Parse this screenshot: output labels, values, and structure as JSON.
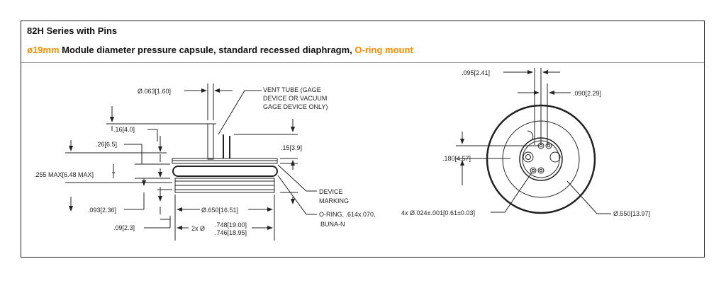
{
  "header": {
    "title": "82H Series with Pins",
    "subtitle_prefix": "ø19mm",
    "subtitle_main": " Module diameter pressure capsule, standard recessed diaphragm, ",
    "subtitle_suffix": "O-ring mount"
  },
  "colors": {
    "accent": "#ff8c00",
    "line": "#222222"
  },
  "side_view": {
    "dim_vent_dia": "Ø.063[1.60]",
    "vent_tube_note": [
      "VENT TUBE (GAGE",
      "DEVICE OR VACUUM",
      "GAGE DEVICE ONLY)"
    ],
    "dim_16": ".16[4.0]",
    "dim_26": ".26[6.5]",
    "dim_15": ".15[3.9]",
    "dim_255": ".255 MAX[6.48 MAX]",
    "device_marking": [
      "DEVICE",
      "MARKING"
    ],
    "oring_note": [
      "O-RING, .614x.070,",
      "BUNA-N"
    ],
    "dim_093": ".093[2.36]",
    "dim_650": "Ø.650[16.51]",
    "dim_09": ".09[2.3]",
    "dim_748_prefix": "2x Ø",
    "dim_748": ".748[19.00]",
    "dim_746": ".746[18.95]"
  },
  "end_view": {
    "dim_095": ".095[2.41]",
    "dim_090": ".090[2.29]",
    "dim_180": ".180[4.57]",
    "dim_pin": "4x Ø.024±.001[0.61±0.03]",
    "dim_550": "Ø.550[13.97]"
  }
}
